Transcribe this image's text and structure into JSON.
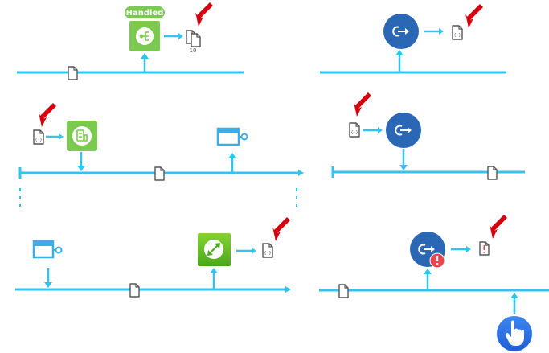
{
  "colors": {
    "flow_line": "#33c3f0",
    "green_node": "#7cc94f",
    "green_gradient_top": "#82d12e",
    "green_gradient_bottom": "#4fae1e",
    "blue_node": "#2a67b5",
    "hand_node": "#2f72e8",
    "error_badge": "#e5484d",
    "doc_stroke": "#555555",
    "annotation_arrow": "#d6000f",
    "window_icon": "#3aaee8"
  },
  "panels": [
    {
      "id": "top-left",
      "badge_label": "Handled",
      "node": "handled-branch-node",
      "output_doc": "multiple-documents",
      "output_count": "10"
    },
    {
      "id": "top-right",
      "node": "exit-node",
      "output_doc": "json-document"
    },
    {
      "id": "middle-left",
      "input_doc": "json-document",
      "node": "file-processor-node",
      "side_node": "window-output-node"
    },
    {
      "id": "middle-right",
      "input_doc": "json-document",
      "node": "exit-node"
    },
    {
      "id": "bottom-left",
      "side_node": "window-input-node",
      "node": "resize-node",
      "output_doc": "json-document"
    },
    {
      "id": "bottom-right",
      "node": "exit-node-with-error",
      "output_doc": "error-document",
      "trigger": "manual-trigger-hand"
    }
  ]
}
